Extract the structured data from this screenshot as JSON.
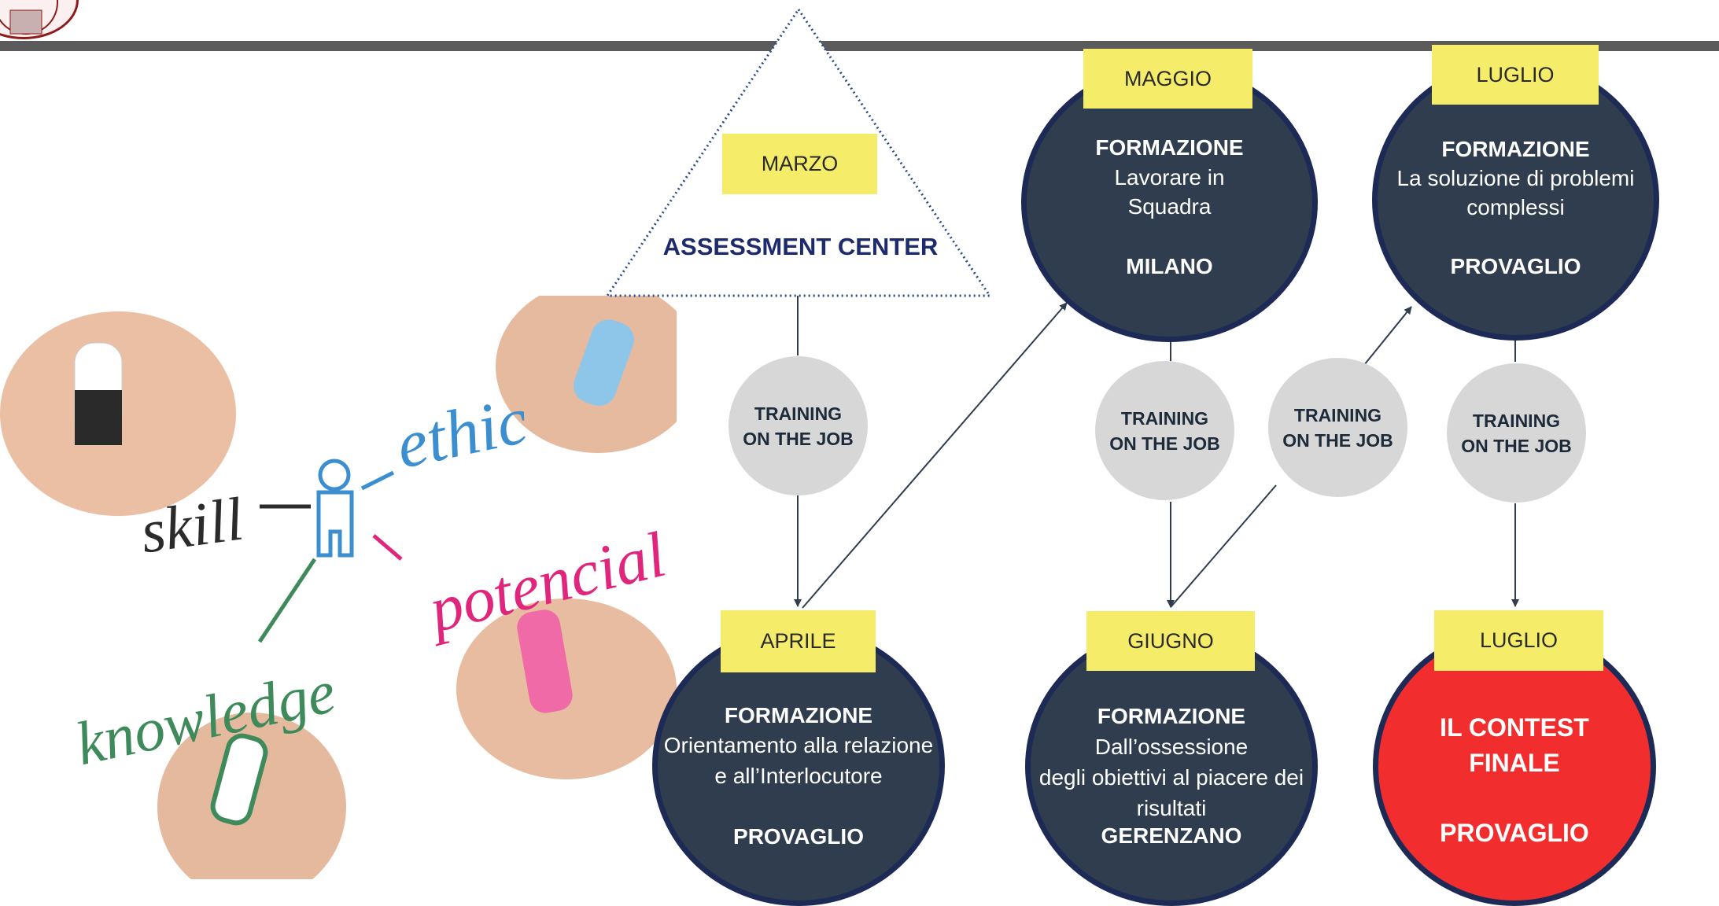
{
  "training_label": "TRAINING ON THE JOB",
  "colors": {
    "dark_circle": "#2f3d4e",
    "circle_border": "#1d2a56",
    "final_circle": "#f22d2d",
    "label_bg": "#f5ed6a",
    "training_bg": "#d7d7d7",
    "assessment_title": "#1d2a6b"
  },
  "assessment": {
    "month": "MARZO",
    "title": "ASSESSMENT CENTER"
  },
  "aprile": {
    "month": "APRILE",
    "heading": "FORMAZIONE",
    "lines": [
      "Orientamento alla relazione",
      "e all’Interlocutore"
    ],
    "location": "PROVAGLIO"
  },
  "maggio": {
    "month": "MAGGIO",
    "heading": "FORMAZIONE",
    "lines": [
      "Lavorare in",
      "Squadra"
    ],
    "location": "MILANO"
  },
  "giugno": {
    "month": "GIUGNO",
    "heading": "FORMAZIONE",
    "lines": [
      "Dall’ossessione",
      "degli obiettivi al piacere dei",
      "risultati"
    ],
    "location": "GERENZANO"
  },
  "luglio": {
    "month": "LUGLIO",
    "heading": "FORMAZIONE",
    "lines": [
      "La soluzione di problemi",
      "complessi"
    ],
    "location": "PROVAGLIO"
  },
  "finale": {
    "month": "LUGLIO",
    "lines": [
      "IL CONTEST",
      "FINALE"
    ],
    "location": "PROVAGLIO"
  },
  "photo": {
    "words": [
      "skill",
      "ethic",
      "potencial",
      "knowledge"
    ],
    "colors": {
      "skill": "#2b2b2b",
      "ethic": "#3b8fd1",
      "potencial": "#e0257d",
      "knowledge": "#3f8a5a",
      "figure": "#3b8fd1"
    }
  }
}
